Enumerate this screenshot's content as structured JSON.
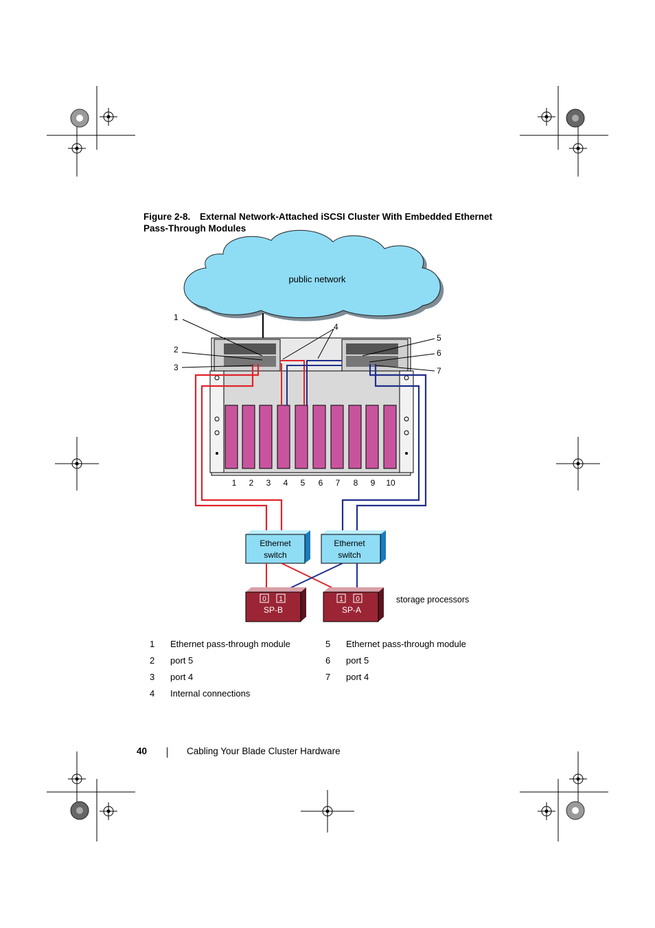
{
  "figure": {
    "number": "Figure 2-8.",
    "title": "External Network-Attached iSCSI Cluster With Embedded Ethernet Pass-Through Modules"
  },
  "diagram": {
    "cloud_label": "public network",
    "callouts": [
      "1",
      "2",
      "3",
      "4",
      "5",
      "6",
      "7"
    ],
    "slot_numbers": [
      "1",
      "2",
      "3",
      "4",
      "5",
      "6",
      "7",
      "8",
      "9",
      "10"
    ],
    "switch_left_label": [
      "Ethernet",
      "switch"
    ],
    "switch_right_label": [
      "Ethernet",
      "switch"
    ],
    "sp_b": {
      "name": "SP-B",
      "ports": [
        "0",
        "1"
      ]
    },
    "sp_a": {
      "name": "SP-A",
      "ports": [
        "1",
        "0"
      ]
    },
    "storage_label": "storage processors",
    "colors": {
      "cloud": "#8fdcf5",
      "blade": "#c9549e",
      "red_cable": "#e0242a",
      "blue_cable": "#1f2e8c",
      "switch": "#8fdcf5",
      "sp": "#9b2535"
    }
  },
  "legend": [
    {
      "num": "1",
      "text": "Ethernet pass-through module"
    },
    {
      "num": "5",
      "text": "Ethernet pass-through module"
    },
    {
      "num": "2",
      "text": "port 5"
    },
    {
      "num": "6",
      "text": "port 5"
    },
    {
      "num": "3",
      "text": "port 4"
    },
    {
      "num": "7",
      "text": "port 4"
    },
    {
      "num": "4",
      "text": "Internal connections"
    }
  ],
  "footer": {
    "page_number": "40",
    "chapter": "Cabling Your Blade Cluster Hardware"
  }
}
